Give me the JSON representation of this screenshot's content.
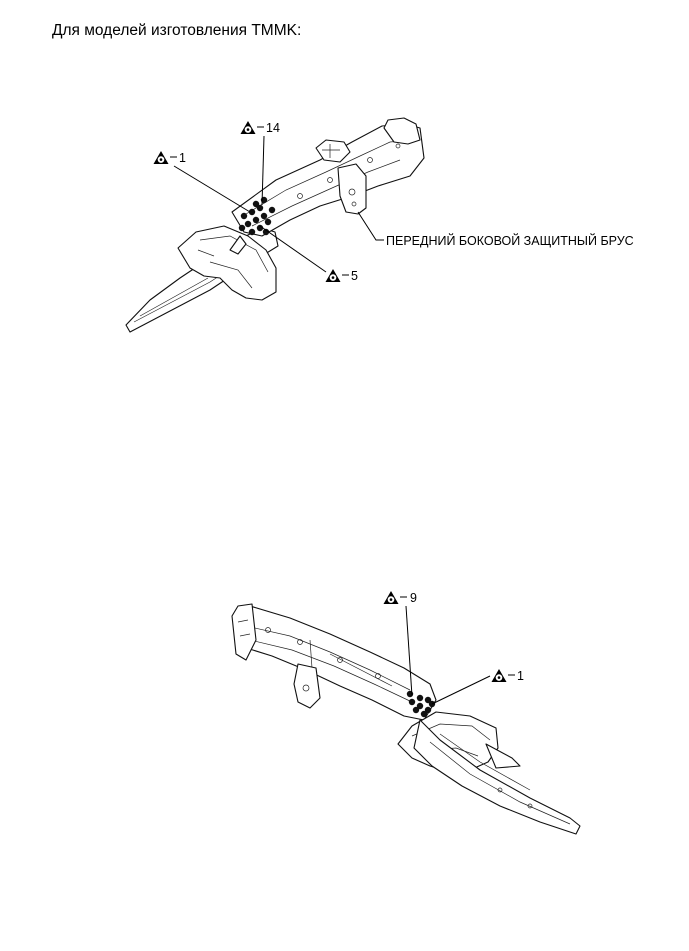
{
  "heading": "Для моделей изготовления TMMK:",
  "diagram_top": {
    "callouts": [
      {
        "icon": "spot-weld-symbol-icon",
        "text": "14"
      },
      {
        "icon": "spot-weld-symbol-icon",
        "text": "1"
      },
      {
        "icon": "spot-weld-symbol-icon",
        "text": "5"
      }
    ],
    "part_label": "ПЕРЕДНИЙ БОКОВОЙ ЗАЩИТНЫЙ БРУС"
  },
  "diagram_bottom": {
    "callouts": [
      {
        "icon": "spot-weld-symbol-icon",
        "text": "9"
      },
      {
        "icon": "spot-weld-symbol-icon",
        "text": "1"
      }
    ]
  }
}
